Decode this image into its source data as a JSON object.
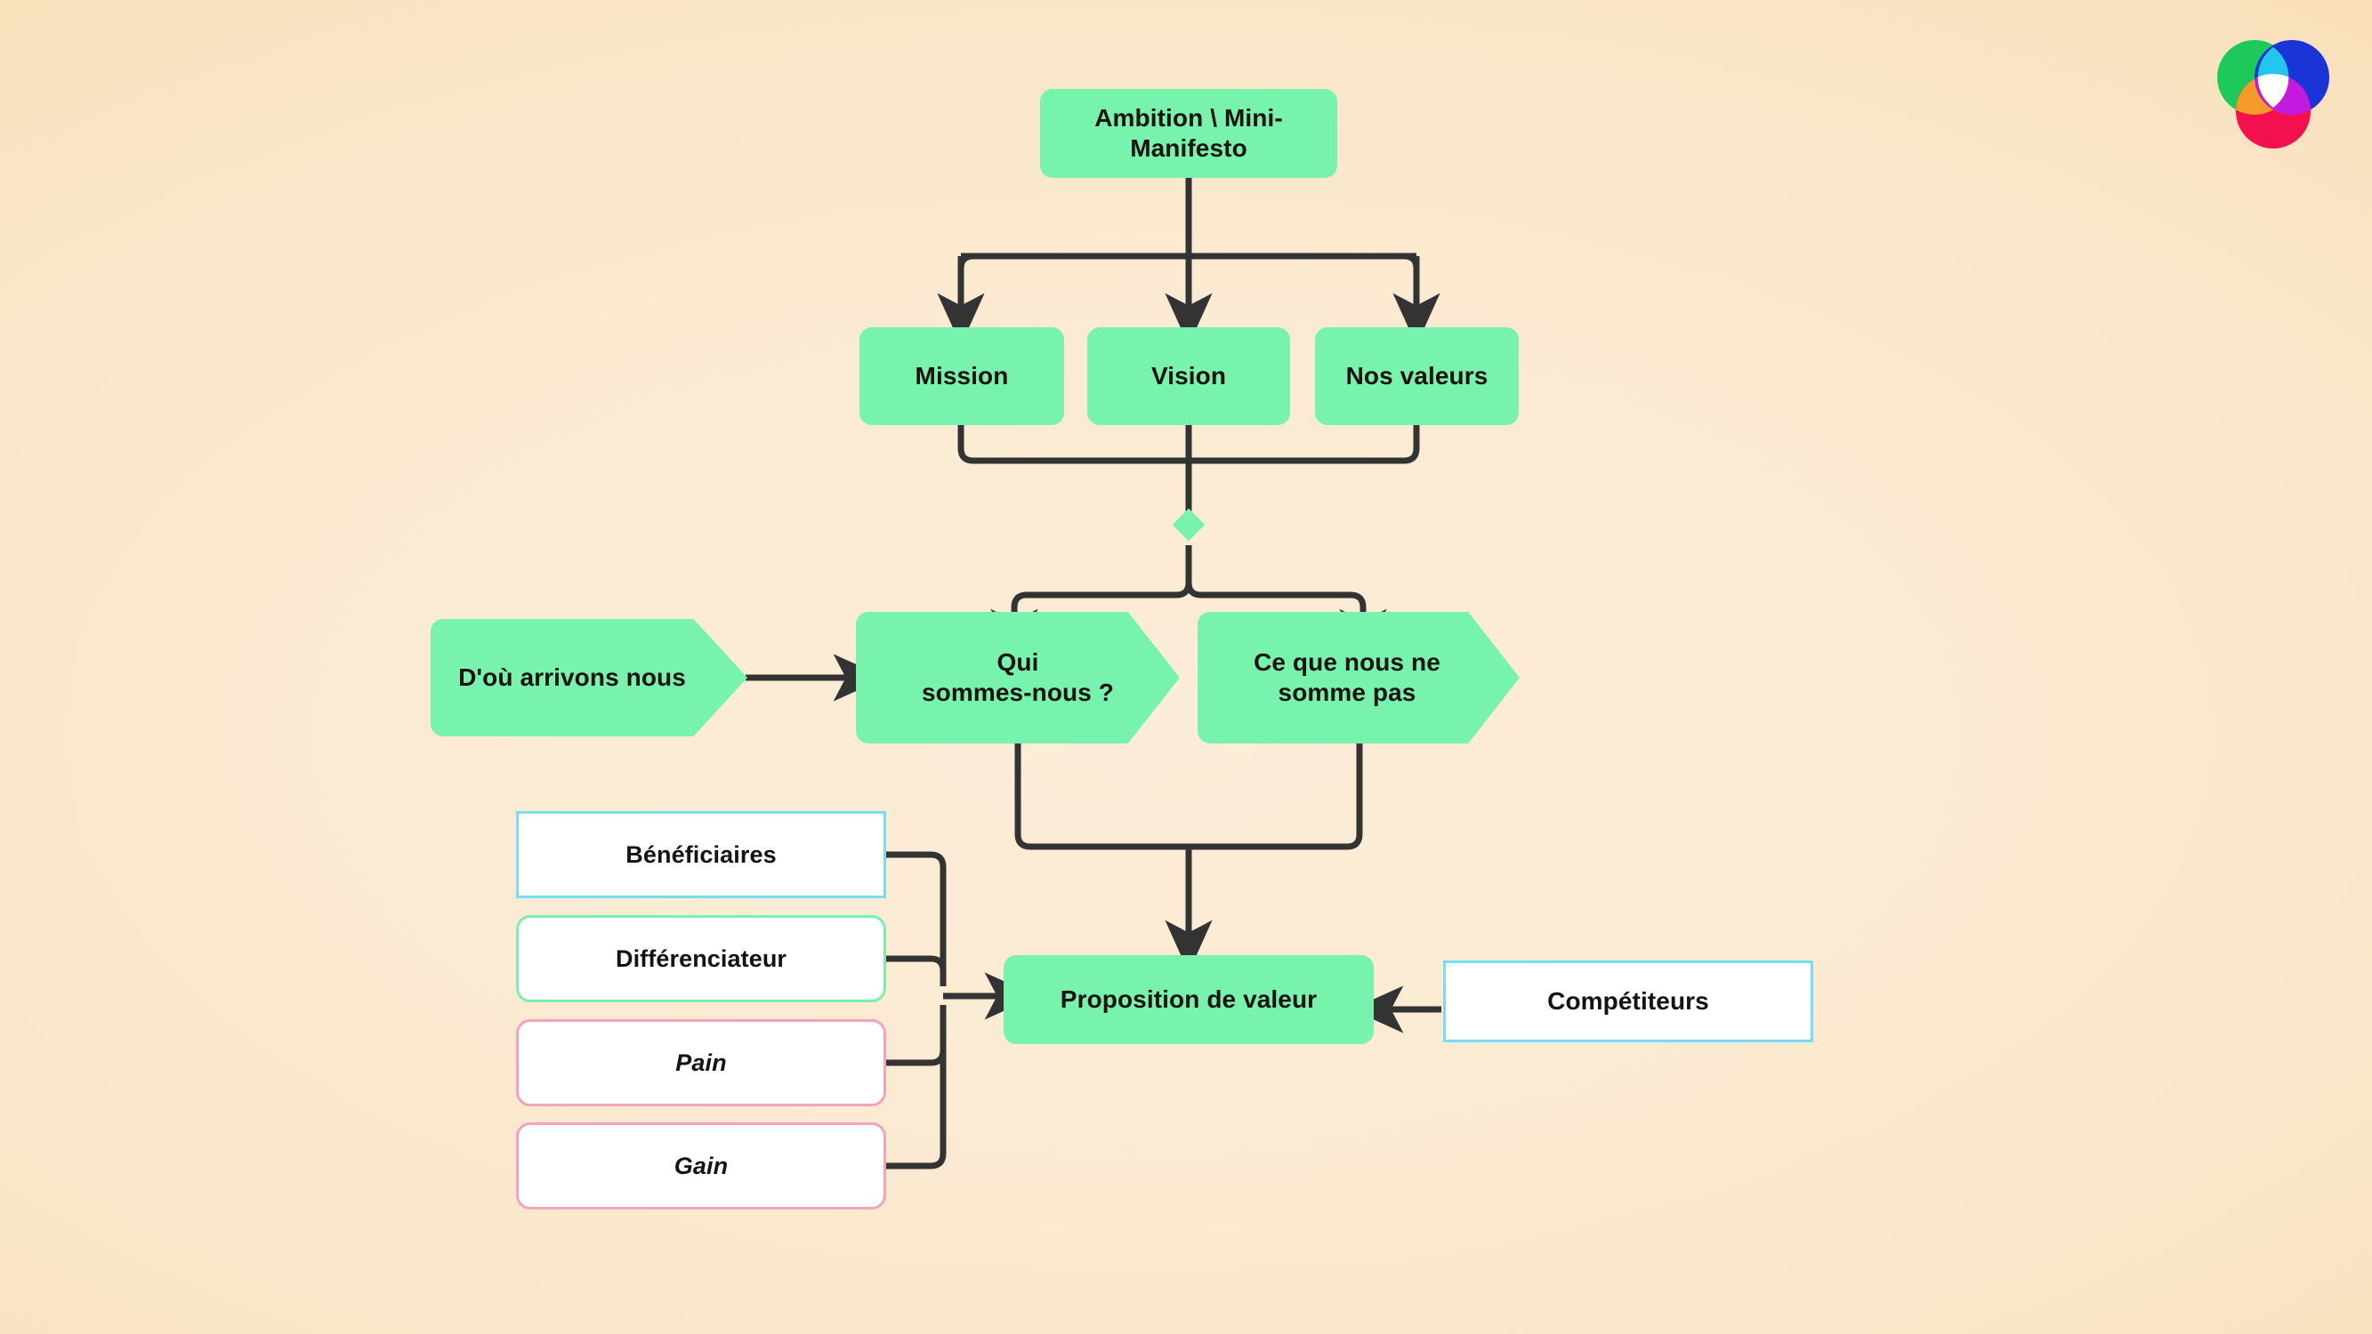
{
  "diagram": {
    "title": "Ambition / Mini-Manifesto value proposition flowchart",
    "language": "fr",
    "colors": {
      "background_center": "#fcedd8",
      "background_edge": "#f8dcb2",
      "node_green": "#78f3ae",
      "connector": "#333333",
      "text": "#15120f",
      "border_cyan": "#77dff5",
      "border_green": "#79f0ae",
      "border_pink": "#f5a3bd",
      "card_fill": "#ffffff"
    }
  },
  "nodes": {
    "root": {
      "label": "Ambition \\ Mini-Manifesto",
      "shape": "rounded-rect",
      "fill": "green"
    },
    "mission": {
      "label": "Mission",
      "shape": "rounded-rect",
      "fill": "green"
    },
    "vision": {
      "label": "Vision",
      "shape": "rounded-rect",
      "fill": "green"
    },
    "values": {
      "label": "Nos valeurs",
      "shape": "rounded-rect",
      "fill": "green"
    },
    "origin": {
      "label": "D'où arrivons nous",
      "shape": "chevron",
      "fill": "green"
    },
    "who": {
      "label": "Qui sommes-nous ?",
      "line1": "Qui",
      "line2": "sommes-nous ?",
      "shape": "chevron",
      "fill": "green"
    },
    "whonot": {
      "label": "Ce que nous ne somme pas",
      "line1": "Ce que nous ne",
      "line2": "somme pas",
      "shape": "chevron",
      "fill": "green"
    },
    "beneficiaries": {
      "label": "Bénéficiaires",
      "shape": "rect",
      "fill": "white",
      "border": "cyan"
    },
    "differentiator": {
      "label": "Différenciateur",
      "shape": "rounded-rect",
      "fill": "white",
      "border": "green"
    },
    "pain": {
      "label": "Pain",
      "shape": "rounded-rect",
      "fill": "white",
      "border": "pink",
      "style": "italic"
    },
    "gain": {
      "label": "Gain",
      "shape": "rounded-rect",
      "fill": "white",
      "border": "pink",
      "style": "italic"
    },
    "value_prop": {
      "label": "Proposition de valeur",
      "shape": "rounded-rect",
      "fill": "green"
    },
    "competitors": {
      "label": "Compétiteurs",
      "shape": "rect",
      "fill": "white",
      "border": "cyan"
    }
  },
  "junctions": {
    "merge_diamond": {
      "shape": "diamond",
      "fill": "#78f3ae"
    }
  },
  "edges": [
    {
      "from": "root",
      "to": "mission",
      "arrow": true
    },
    {
      "from": "root",
      "to": "vision",
      "arrow": true
    },
    {
      "from": "root",
      "to": "values",
      "arrow": true
    },
    {
      "from": "mission",
      "to": "merge_diamond",
      "arrow": false
    },
    {
      "from": "vision",
      "to": "merge_diamond",
      "arrow": false
    },
    {
      "from": "values",
      "to": "merge_diamond",
      "arrow": false
    },
    {
      "from": "merge_diamond",
      "to": "who",
      "arrow": true
    },
    {
      "from": "merge_diamond",
      "to": "whonot",
      "arrow": true
    },
    {
      "from": "origin",
      "to": "who",
      "arrow": true
    },
    {
      "from": "who",
      "to": "value_prop",
      "arrow": true
    },
    {
      "from": "whonot",
      "to": "value_prop",
      "arrow": true
    },
    {
      "from": "beneficiaries",
      "to": "value_prop",
      "arrow": true
    },
    {
      "from": "differentiator",
      "to": "value_prop",
      "arrow": true
    },
    {
      "from": "pain",
      "to": "value_prop",
      "arrow": true
    },
    {
      "from": "gain",
      "to": "value_prop",
      "arrow": true
    },
    {
      "from": "competitors",
      "to": "value_prop",
      "arrow": true
    }
  ],
  "logo": {
    "name": "venn-diagram-logo",
    "circles": [
      {
        "position": "top-left",
        "color": "#1ec95c"
      },
      {
        "position": "top-right",
        "color": "#1a34d8"
      },
      {
        "position": "bottom",
        "color": "#f2104f"
      }
    ],
    "intersections": {
      "green_blue": "#22c6ef",
      "green_pink": "#f59a27",
      "blue_pink": "#c31ae0",
      "center": "#ffffff"
    }
  }
}
